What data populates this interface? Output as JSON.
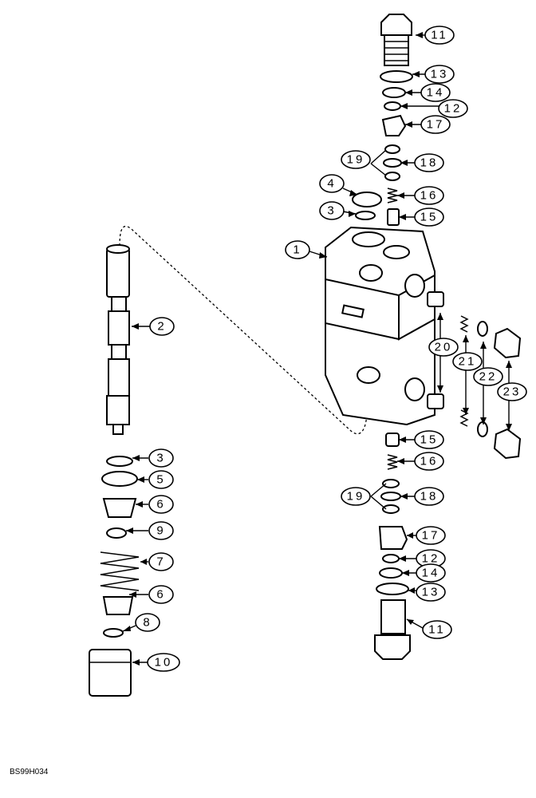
{
  "drawing_code": "BS99H034",
  "callouts": {
    "c1": "1",
    "c2": "2",
    "c3a": "3",
    "c3b": "3",
    "c4": "4",
    "c5": "5",
    "c6a": "6",
    "c6b": "6",
    "c7": "7",
    "c8": "8",
    "c9": "9",
    "c10": "10",
    "c11a": "11",
    "c11b": "11",
    "c12a": "12",
    "c12b": "12",
    "c13a": "13",
    "c13b": "13",
    "c14a": "14",
    "c14b": "14",
    "c15a": "15",
    "c15b": "15",
    "c16a": "16",
    "c16b": "16",
    "c17a": "17",
    "c17b": "17",
    "c18a": "18",
    "c18b": "18",
    "c19a": "19",
    "c19b": "19",
    "c20": "20",
    "c21": "21",
    "c22": "22",
    "c23": "23"
  }
}
